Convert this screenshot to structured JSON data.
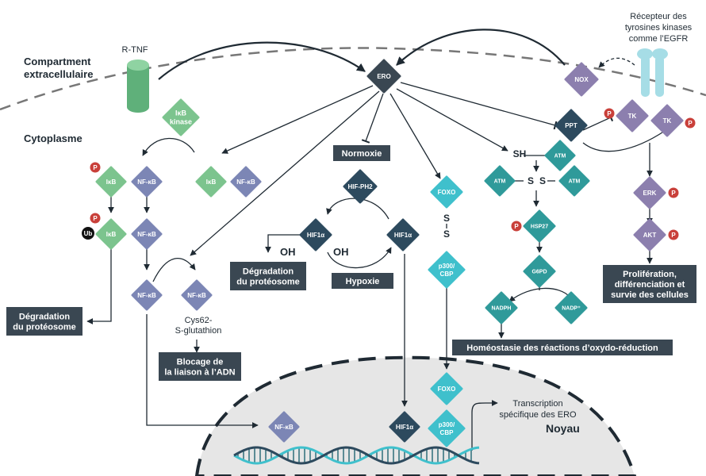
{
  "colors": {
    "green": "#7cc48e",
    "lavender": "#7c86b5",
    "navy": "#2d4a5e",
    "teal": "#3fc0cc",
    "tealdark": "#2f9a9a",
    "purple": "#8c7fae",
    "red": "#c9403a",
    "dark": "#3a4752",
    "receptor": "#a6dde6",
    "nucleus": "#e6e6e6"
  },
  "regions": {
    "extracellular": "Compartment\nextracellulaire",
    "cytoplasm": "Cytoplasme",
    "nucleus": "Noyau"
  },
  "labels": {
    "rtnf": "R-TNF",
    "receptor": "Récepteur des\ntyrosines kinases\ncomme l’EGFR",
    "sh": "SH",
    "s": "S",
    "oh": "OH",
    "cys": "Cys62-\nS-glutathion",
    "transcription": "Transcription\nspécifique des ERO"
  },
  "nodes": {
    "ero": "ERO",
    "ikk": "IκB\nkinase",
    "ikb": "IκB",
    "nfkb": "NF-κB",
    "hifph2": "HIF-PH2",
    "hif1a": "HIF1α",
    "foxo": "FOXO",
    "p300": "p300/\nCBP",
    "nox": "NOX",
    "ppt": "PPT",
    "tk": "TK",
    "atm": "ATM",
    "hsp27": "HSP27",
    "g6pd": "G6PD",
    "nadph": "NADPH",
    "nadp": "NADP⁺",
    "erk": "ERK",
    "akt": "AKT",
    "p": "P",
    "ub": "Ub"
  },
  "boxes": {
    "normoxie": "Normoxie",
    "hypoxie": "Hypoxie",
    "degr_prot_1": "Dégradation\ndu protéosome",
    "degr_prot_2": "Dégradation\ndu protéosome",
    "blocage": "Blocage de\nla liaison à l’ADN",
    "prolif": "Prolifération,\ndifférenciation et\nsurvie des cellules",
    "homeo": "Homéostasie des réactions d’oxydo-réduction"
  }
}
